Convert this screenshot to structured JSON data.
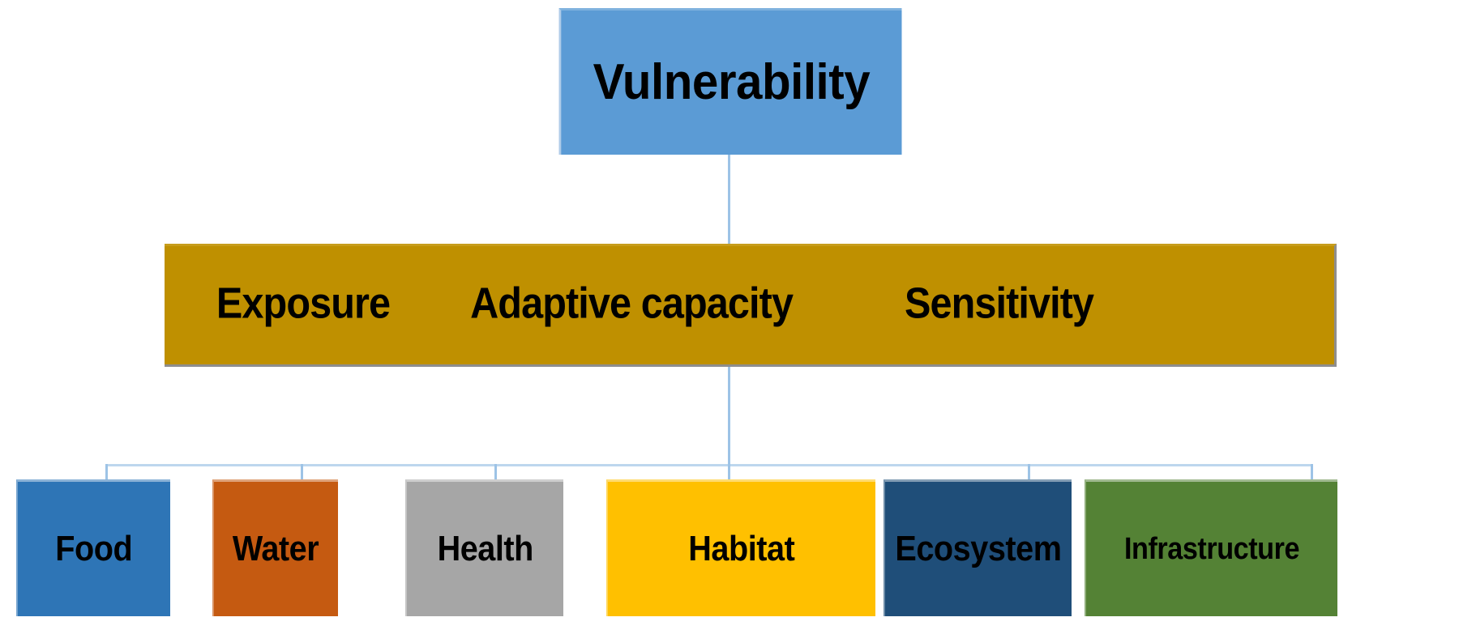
{
  "diagram": {
    "title_node": {
      "label": "Vulnerability",
      "color": "#5B9BD5"
    },
    "component_bar": {
      "color": "#BF9000",
      "components": [
        {
          "label": "Exposure"
        },
        {
          "label": "Adaptive capacity"
        },
        {
          "label": "Sensitivity"
        }
      ]
    },
    "sectors": [
      {
        "label": "Food",
        "color": "#2E75B6"
      },
      {
        "label": "Water",
        "color": "#C55A11"
      },
      {
        "label": "Health",
        "color": "#A6A6A6"
      },
      {
        "label": "Habitat",
        "color": "#FFC000"
      },
      {
        "label": "Ecosystem",
        "color": "#1F4E79"
      },
      {
        "label": "Infrastructure",
        "color": "#548235"
      }
    ],
    "connector_color": "#9DC3E6"
  }
}
